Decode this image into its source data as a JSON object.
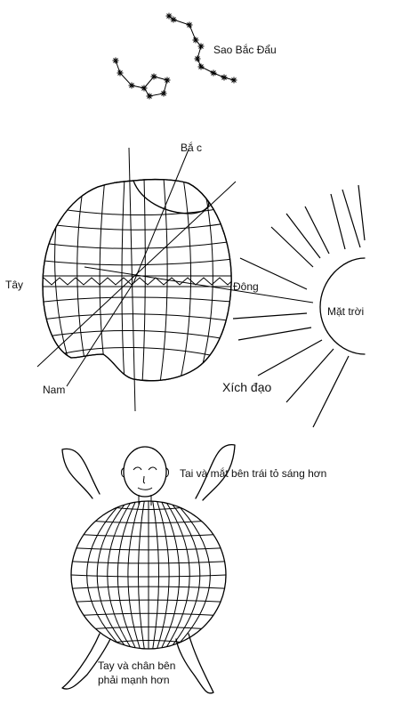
{
  "labels": {
    "big_dipper": "Sao Bắc Đẩu",
    "north": "Bắ c",
    "west": "Tây",
    "east": "Đông",
    "south": "Nam",
    "sun": "Mặt trời",
    "equator": "Xích đạo",
    "left_side": "Tai và mắt bên trái tỏ sáng hơn",
    "right_side_line1": "Tay và chân bên",
    "right_side_line2": "phải mạnh hơn"
  }
}
